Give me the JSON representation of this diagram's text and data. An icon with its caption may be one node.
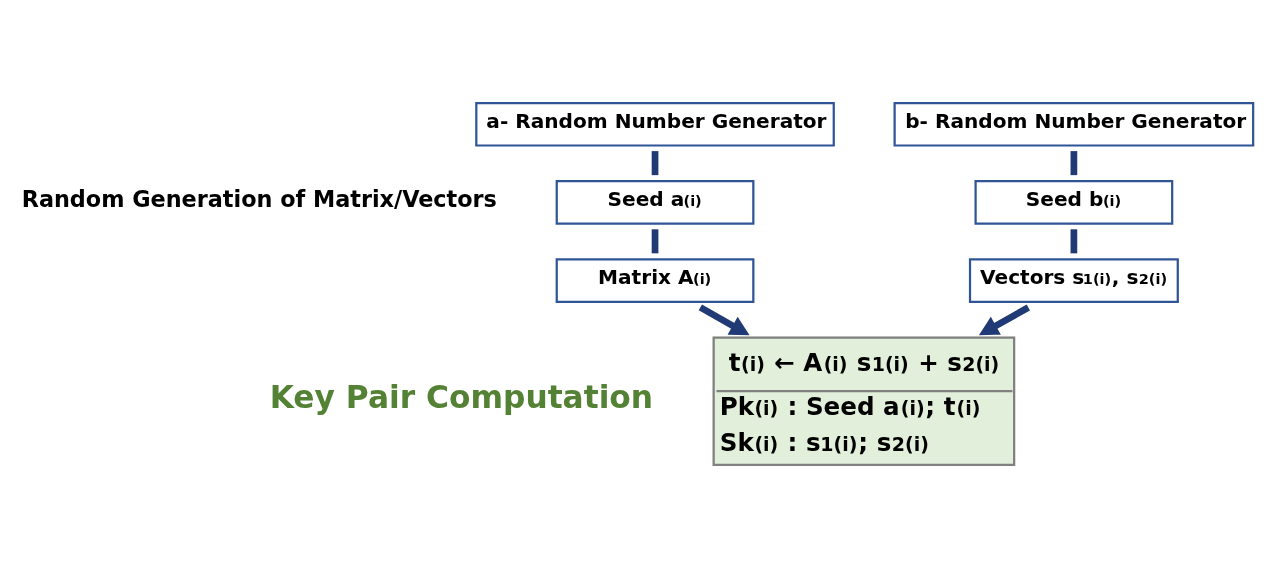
{
  "diagram": {
    "nodes": [
      {
        "text": [
          "a- Random Number Generator"
        ]
      },
      {
        "text": [
          "Seed a$_{(i)}$"
        ]
      },
      {
        "text": [
          "Matrix A$_{(i)}$"
        ]
      },
      {
        "text": [
          "b- Random Number Generator"
        ]
      },
      {
        "text": [
          "Seed b$_{(i)}$"
        ]
      },
      {
        "text": [
          "Vectors s$_{1(i)}$, s$_{2(i)}$"
        ]
      },
      {
        "text": [
          "t$_{(i)}$ ← A$_{(i)}$ s$_{1(i)}$ + s$_{2(i)}$",
          "Pk$_{(i)}$ : Seed a$_{(i)}$; t$_{(i)}$",
          "Sk$_{(i)}$ : s$_{1(i)}$; s$_{2(i)}$"
        ]
      }
    ],
    "edges": [
      {
        "from": 0,
        "to": 1,
        "arrow": "none"
      },
      {
        "from": 1,
        "to": 2,
        "arrow": "none"
      },
      {
        "from": 2,
        "to": 6,
        "arrow": "to"
      },
      {
        "from": 3,
        "to": 4,
        "arrow": "none"
      },
      {
        "from": 4,
        "to": 5,
        "arrow": "none"
      },
      {
        "from": 5,
        "to": 6,
        "arrow": "to"
      }
    ],
    "labels": [
      "Random Generation of Matrix/Vectors",
      "Key Pair Computation"
    ]
  }
}
